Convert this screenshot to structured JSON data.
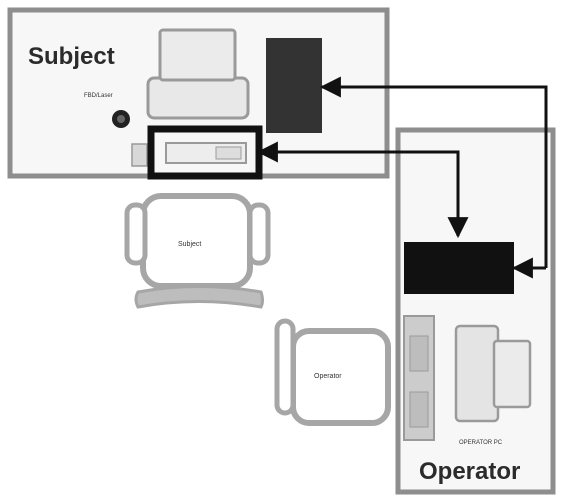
{
  "rooms": {
    "subject": {
      "title": "Subject"
    },
    "operator": {
      "title": "Operator"
    }
  },
  "devices": {
    "subject_device_label": "FBD/Laser",
    "operator_pc_label": "OPERATOR PC"
  },
  "chairs": {
    "subject_chair_label": "Subject",
    "operator_chair_label": "Operator"
  },
  "colors": {
    "room_border": "#8e8e8e",
    "room_fill": "#f7f7f7",
    "monitor_fill": "#e8e8e8",
    "monitor_stroke": "#9a9a9a",
    "dark_box": "#333333",
    "black": "#111111",
    "chair_stroke": "#a6a6a6"
  }
}
